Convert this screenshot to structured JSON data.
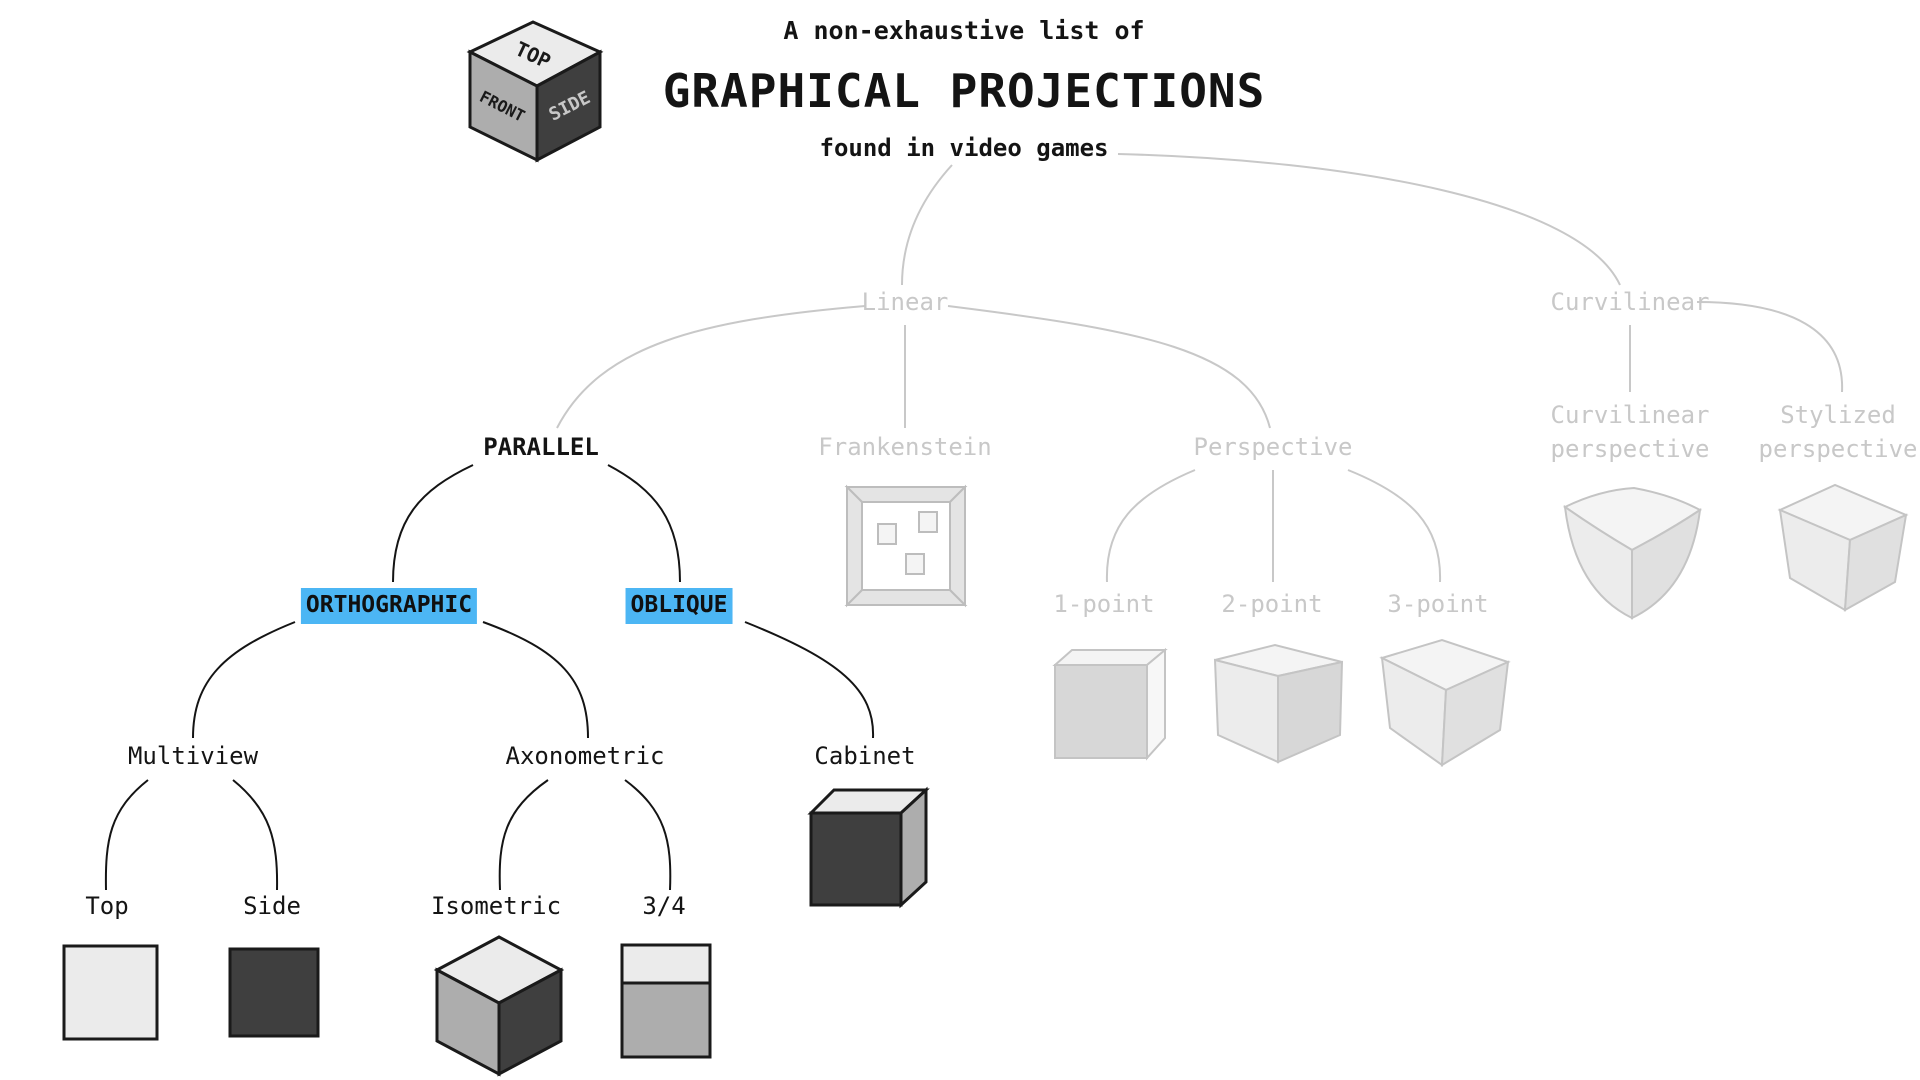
{
  "title": {
    "pre": "A non-exhaustive list of",
    "main": "GRAPHICAL PROJECTIONS",
    "post": "found in video games"
  },
  "logo": {
    "top": "TOP",
    "front": "FRONT",
    "side": "SIDE"
  },
  "nodes": {
    "linear": "Linear",
    "curvilinear": "Curvilinear",
    "parallel": "PARALLEL",
    "frankenstein": "Frankenstein",
    "perspective": "Perspective",
    "curvilinear_perspective_1": "Curvilinear",
    "curvilinear_perspective_2": "perspective",
    "stylized_perspective_1": "Stylized",
    "stylized_perspective_2": "perspective",
    "orthographic": "ORTHOGRAPHIC",
    "oblique": "OBLIQUE",
    "one_point": "1-point",
    "two_point": "2-point",
    "three_point": "3-point",
    "multiview": "Multiview",
    "axonometric": "Axonometric",
    "cabinet": "Cabinet",
    "top": "Top",
    "side": "Side",
    "isometric": "Isometric",
    "three_quarter": "3/4"
  },
  "colors": {
    "dark_text": "#141414",
    "faded_text": "#c8c8c8",
    "highlight": "#4cb6f4",
    "light_face": "#ebebeb",
    "mid_face": "#adadad",
    "dark_face": "#3f3f3f"
  }
}
